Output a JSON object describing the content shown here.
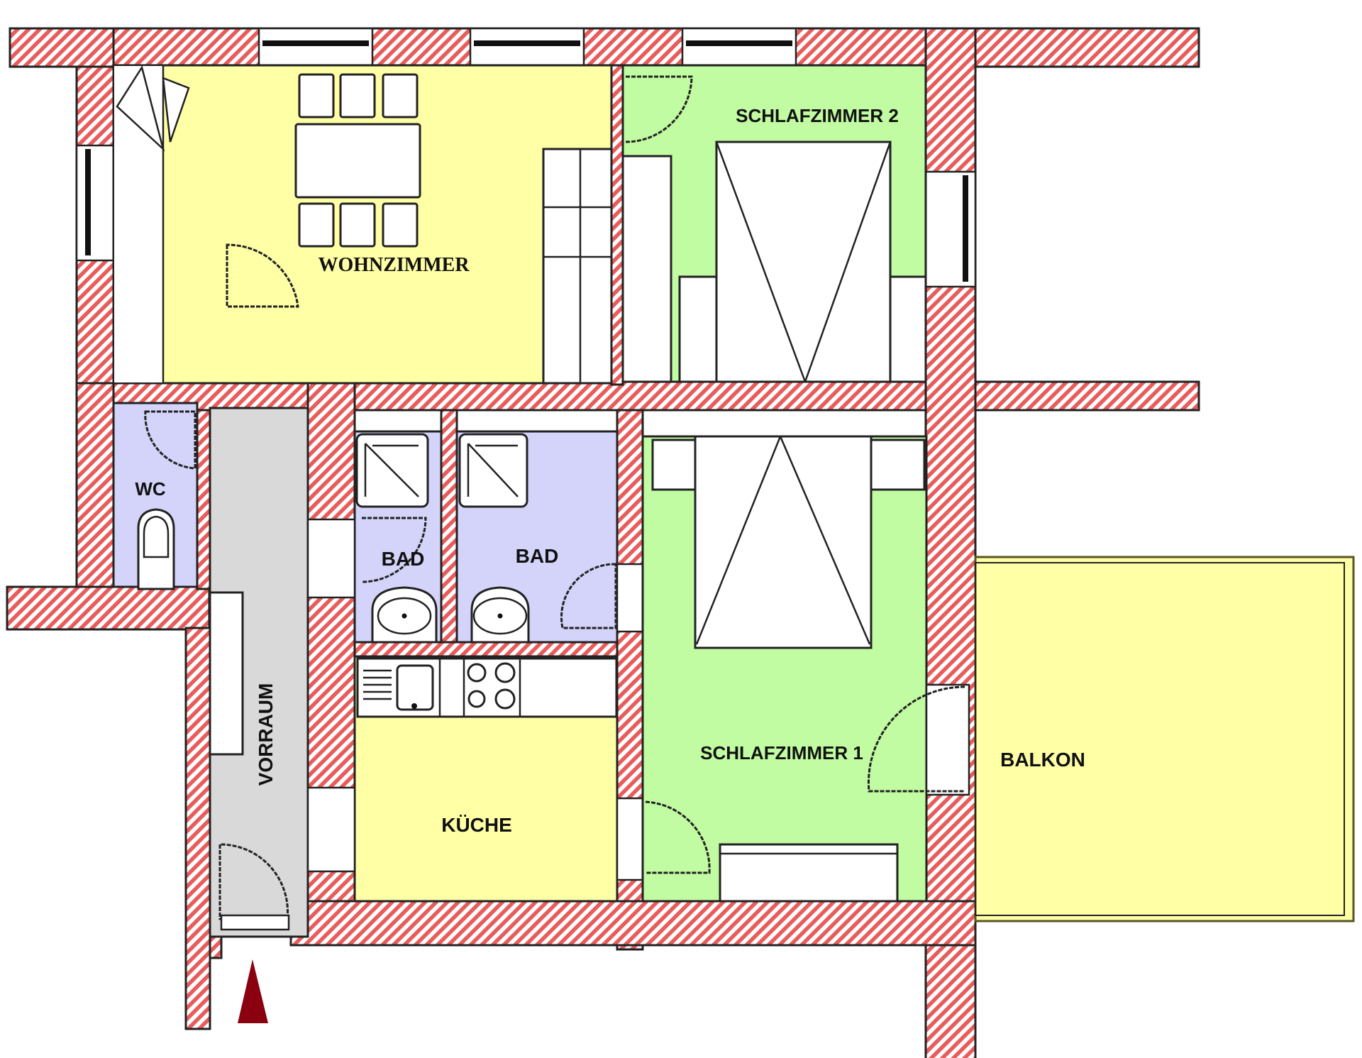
{
  "floorplan": {
    "rooms": {
      "wohnzimmer": {
        "label": "WOHNZIMMER",
        "color": "#ffffa6"
      },
      "schlafzimmer2": {
        "label": "SCHLAFZIMMER 2",
        "color": "#c2fca2"
      },
      "wc": {
        "label": "WC",
        "color": "#d4d4fa"
      },
      "bad_small": {
        "label": "BAD",
        "color": "#d4d4fa"
      },
      "bad_large": {
        "label": "BAD",
        "color": "#d4d4fa"
      },
      "vorraum": {
        "label": "VORRAUM",
        "color": "#d9d9d9"
      },
      "kueche": {
        "label": "KÜCHE",
        "color": "#ffffa6"
      },
      "schlafzimmer1": {
        "label": "SCHLAFZIMMER 1",
        "color": "#c2fca2"
      },
      "balkon": {
        "label": "BALKON",
        "color": "#ffffa6"
      }
    },
    "wall_hatch_color": "#e85c5c",
    "entrance_marker": {
      "icon": "triangle-up-icon",
      "color": "#8b0010"
    }
  }
}
